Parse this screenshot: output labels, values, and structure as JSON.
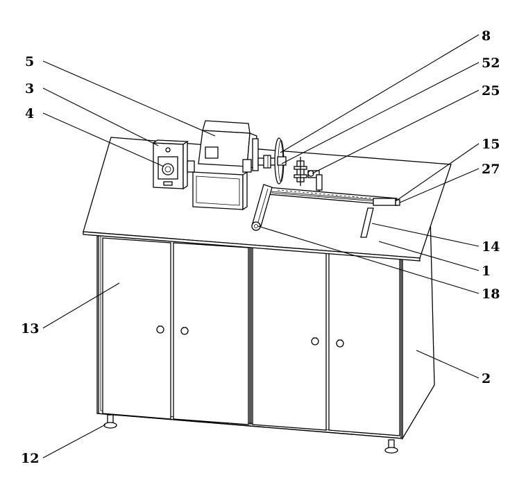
{
  "labels": {
    "l1": "1",
    "l2": "2",
    "l3": "3",
    "l4": "4",
    "l5": "5",
    "l8": "8",
    "l12": "12",
    "l13": "13",
    "l14": "14",
    "l15": "15",
    "l18": "18",
    "l25": "25",
    "l27": "27",
    "l52": "52"
  }
}
